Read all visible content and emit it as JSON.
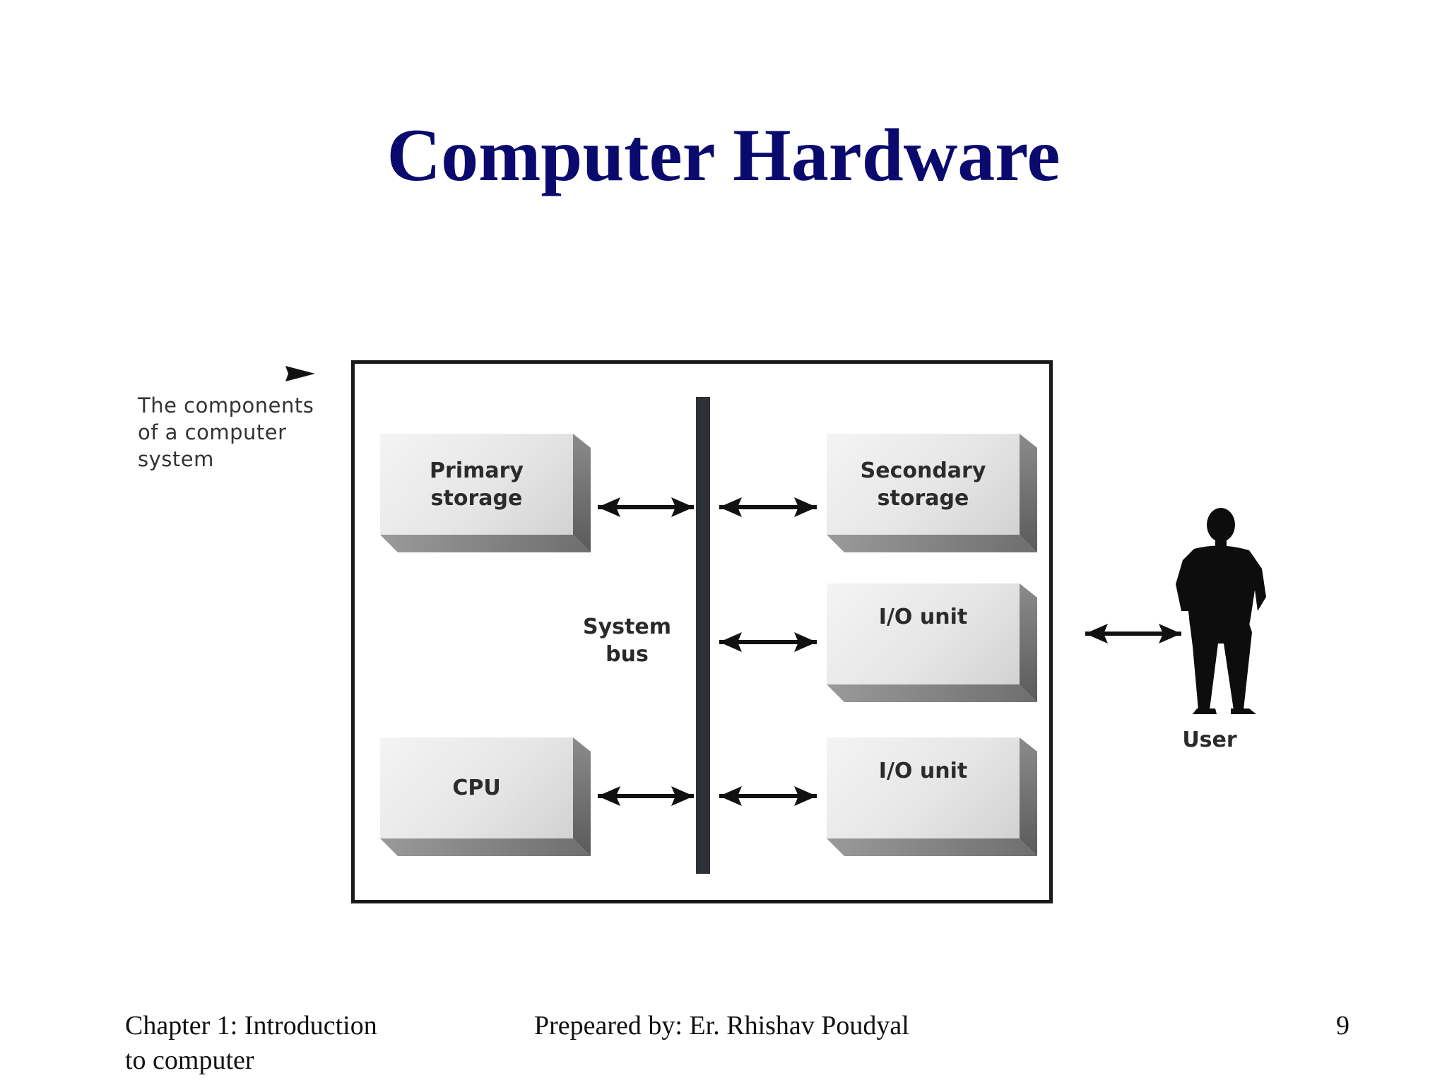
{
  "slide": {
    "title": "Computer Hardware"
  },
  "diagram": {
    "caption": [
      "The components",
      "of a computer",
      "system"
    ],
    "bus_label": [
      "System",
      "bus"
    ],
    "boxes": {
      "primary_storage": [
        "Primary",
        "storage"
      ],
      "secondary_storage": [
        "Secondary",
        "storage"
      ],
      "io_unit_1": "I/O unit",
      "io_unit_2": "I/O unit",
      "cpu": "CPU"
    },
    "user_label": "User"
  },
  "footer": {
    "chapter": [
      "Chapter 1: Introduction",
      "to computer"
    ],
    "author": "Prepeared by: Er. Rhishav Poudyal",
    "page_number": "9"
  }
}
